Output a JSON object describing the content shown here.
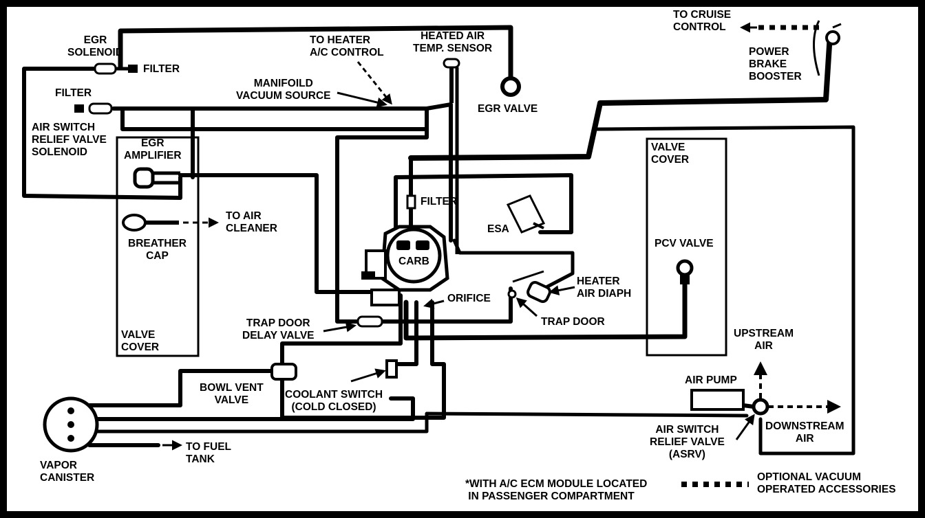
{
  "labels": {
    "egr_solenoid": "EGR\nSOLENOID",
    "filter_top": "FILTER",
    "filter_left": "FILTER",
    "to_heater_ac": "TO HEATER\nA/C CONTROL",
    "heated_air_sensor": "HEATED AIR\nTEMP. SENSOR",
    "to_cruise": "TO CRUISE\nCONTROL",
    "power_brake": "POWER\nBRAKE\nBOOSTER",
    "manifold_vac": "MANIFOILD\nVACUUM SOURCE",
    "egr_valve": "EGR VALVE",
    "air_switch_solenoid": "AIR SWITCH\nRELIEF VALVE\nSOLENOID",
    "egr_amplifier": "EGR\nAMPLIFIER",
    "to_air_cleaner": "TO AIR\nCLEANER",
    "breather_cap": "BREATHER\nCAP",
    "valve_cover_left": "VALVE\nCOVER",
    "valve_cover_right": "VALVE\nCOVER",
    "filter_carb": "FILTER",
    "esa": "ESA",
    "carb": "CARB",
    "pcv_valve": "PCV VALVE",
    "orifice": "ORIFICE",
    "heater_air_diaph": "HEATER\nAIR DIAPH",
    "trap_door": "TRAP DOOR",
    "trap_door_delay": "TRAP DOOR\nDELAY VALVE",
    "upstream_air": "UPSTREAM\nAIR",
    "air_pump": "AIR PUMP",
    "bowl_vent": "BOWL VENT\nVALVE",
    "coolant_switch": "COOLANT SWITCH\n(COLD CLOSED)",
    "downstream_air": "DOWNSTREAM\nAIR",
    "asrv": "AIR SWITCH\nRELIEF VALVE\n(ASRV)",
    "to_fuel_tank": "TO FUEL\nTANK",
    "vapor_canister": "VAPOR\nCANISTER",
    "footnote": "*WITH A/C ECM MODULE LOCATED\n IN PASSENGER COMPARTMENT",
    "optional_vac": "OPTIONAL VACUUM\nOPERATED ACCESSORIES"
  }
}
